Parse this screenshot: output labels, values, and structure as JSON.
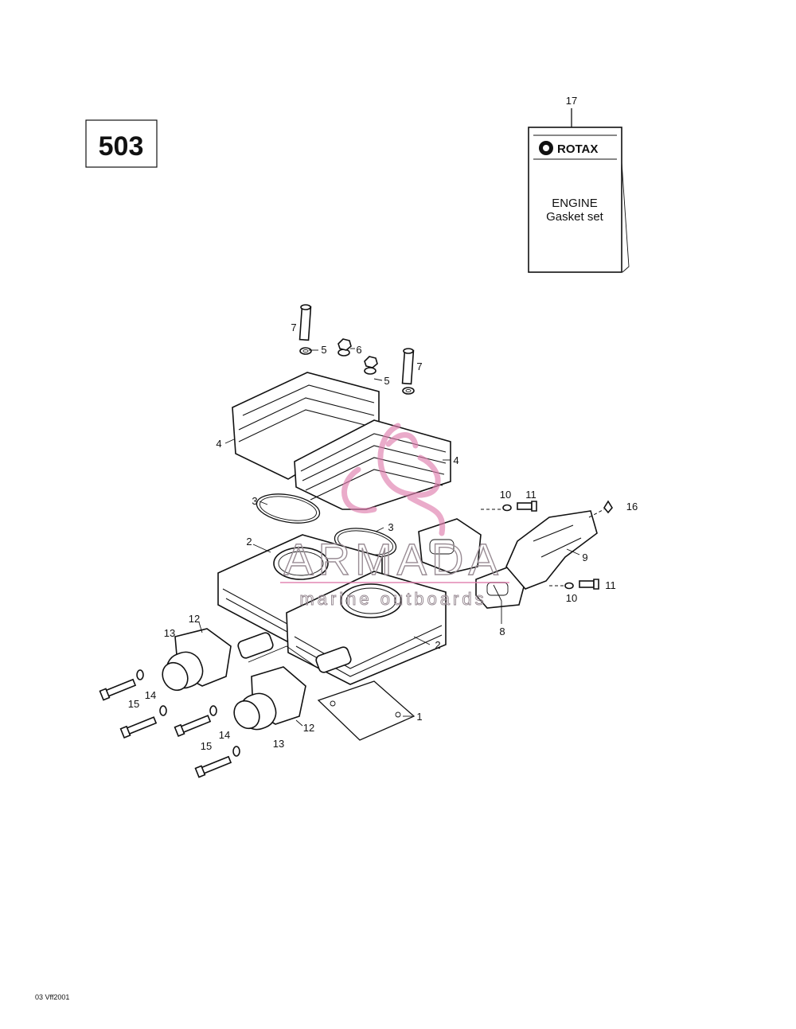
{
  "engine_code": "503",
  "booklet": {
    "callout": "17",
    "brand": "ROTAX",
    "line1": "ENGINE",
    "line2": "Gasket set"
  },
  "callouts": {
    "c1": "1",
    "c2a": "2",
    "c2b": "2",
    "c3a": "3",
    "c3b": "3",
    "c4a": "4",
    "c4b": "4",
    "c5a": "5",
    "c5b": "5",
    "c6": "6",
    "c7a": "7",
    "c7b": "7",
    "c8": "8",
    "c9": "9",
    "c10a": "10",
    "c10b": "10",
    "c11a": "11",
    "c11b": "11",
    "c12a": "12",
    "c12b": "12",
    "c13a": "13",
    "c13b": "13",
    "c14a": "14",
    "c14b": "14",
    "c15a": "15",
    "c15b": "15",
    "c16": "16"
  },
  "watermark": {
    "line1": "ARMADA",
    "line2": "marine outboards",
    "accent_color": "#e07fae"
  },
  "footer_code": "03 Vff2001"
}
